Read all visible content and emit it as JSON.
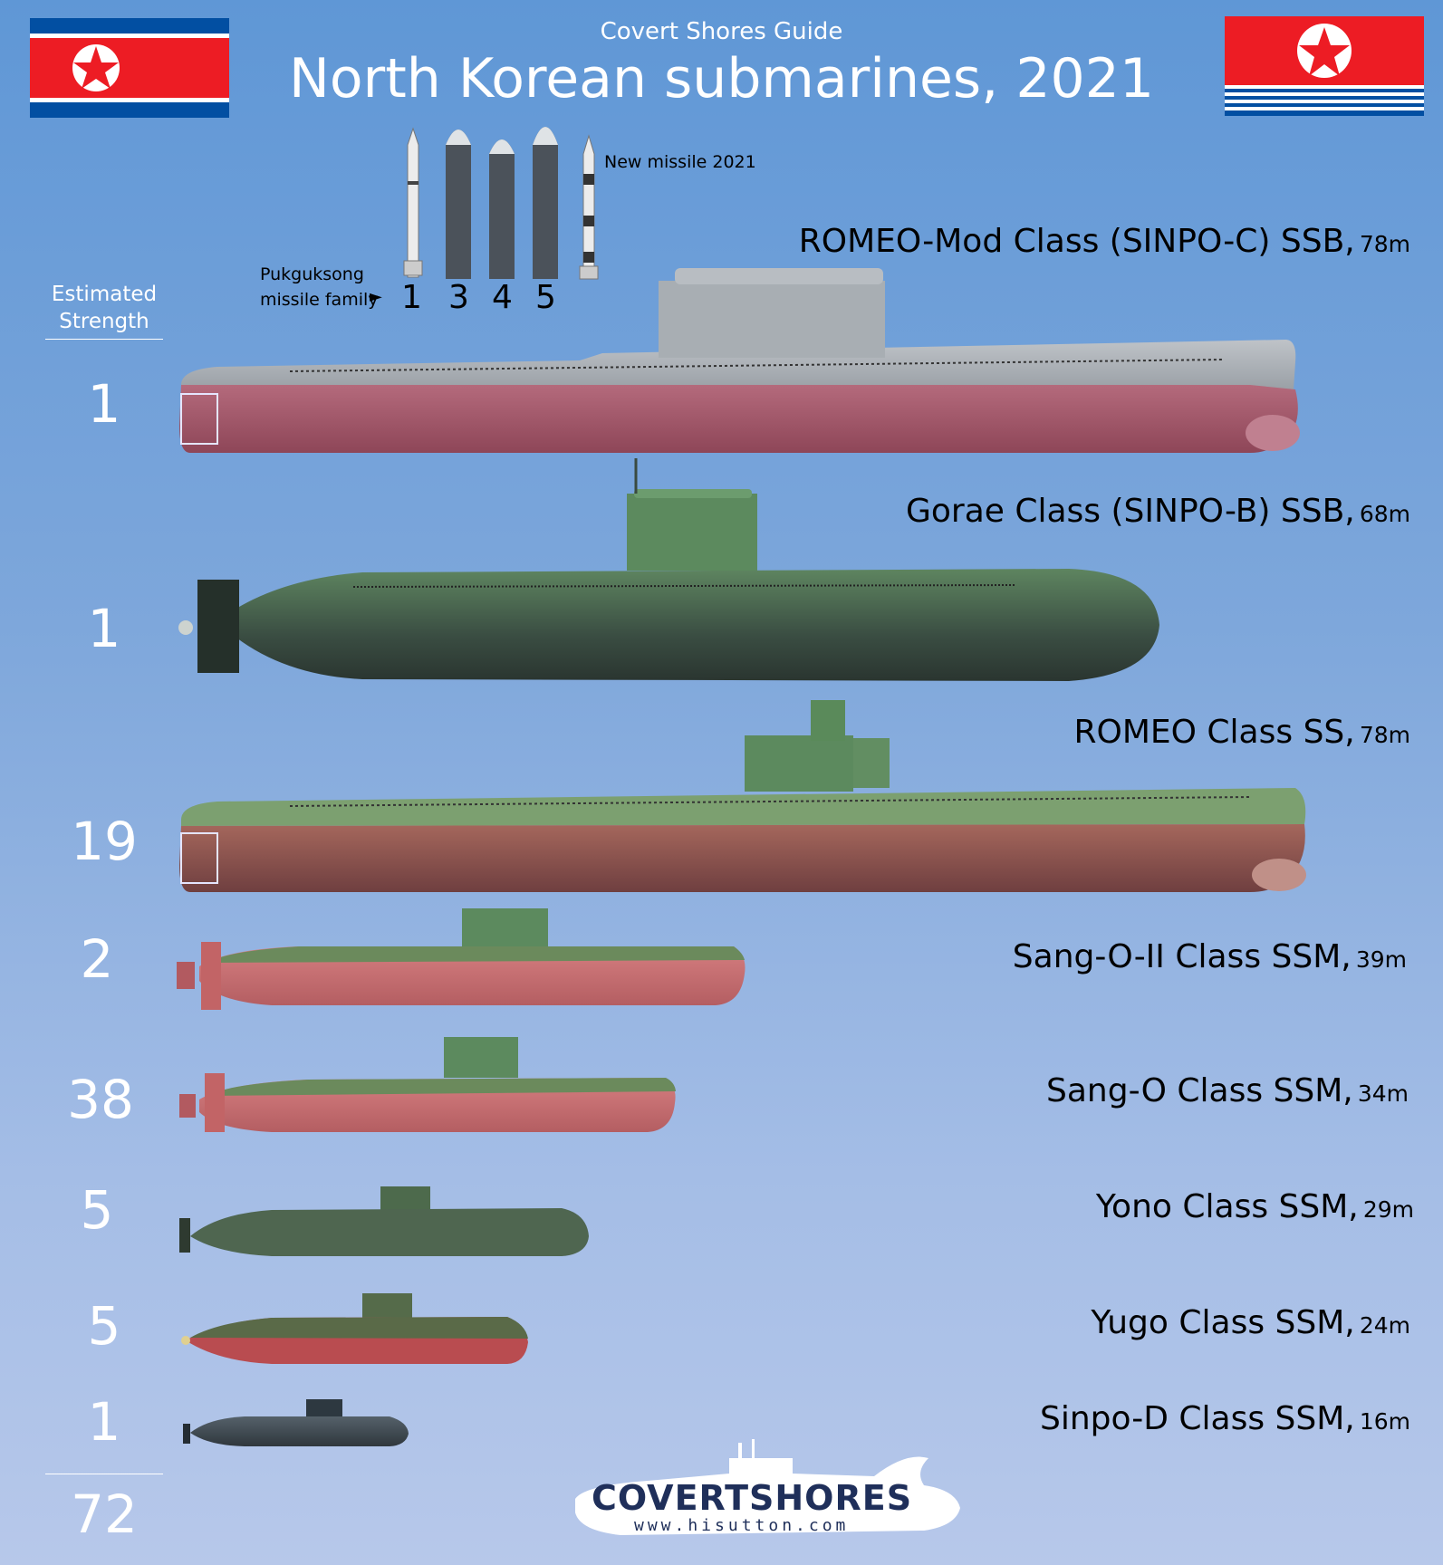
{
  "header": {
    "subtitle": "Covert Shores Guide",
    "title": "North Korean submarines, 2021"
  },
  "missiles": {
    "family_label_line1": "Pukguksong",
    "family_label_line2": "missile family",
    "arrow": "►",
    "numbers": [
      "1",
      "3",
      "4",
      "5"
    ],
    "new_missile_label": "New missile 2021"
  },
  "strength": {
    "heading_line1": "Estimated",
    "heading_line2": "Strength",
    "total": "72"
  },
  "submarines": [
    {
      "name": "ROMEO-Mod Class (SINPO-C) SSB,",
      "length": "78m",
      "count": "1"
    },
    {
      "name": "Gorae Class (SINPO-B) SSB,",
      "length": "68m",
      "count": "1"
    },
    {
      "name": "ROMEO Class SS,",
      "length": "78m",
      "count": "19"
    },
    {
      "name": "Sang-O-II Class SSM,",
      "length": "39m",
      "count": "2"
    },
    {
      "name": "Sang-O Class SSM,",
      "length": "34m",
      "count": "38"
    },
    {
      "name": "Yono Class SSM,",
      "length": "29m",
      "count": "5"
    },
    {
      "name": "Yugo Class SSM,",
      "length": "24m",
      "count": "5"
    },
    {
      "name": "Sinpo-D Class SSM,",
      "length": "16m",
      "count": "1"
    }
  ],
  "logo": {
    "brand": "COVERTSHORES",
    "url": "www.hisutton.com"
  },
  "colors": {
    "flag_red": "#ed1c24",
    "flag_blue": "#024fa2",
    "hull_red": "#a7566a",
    "hull_green": "#6b8a5c"
  }
}
